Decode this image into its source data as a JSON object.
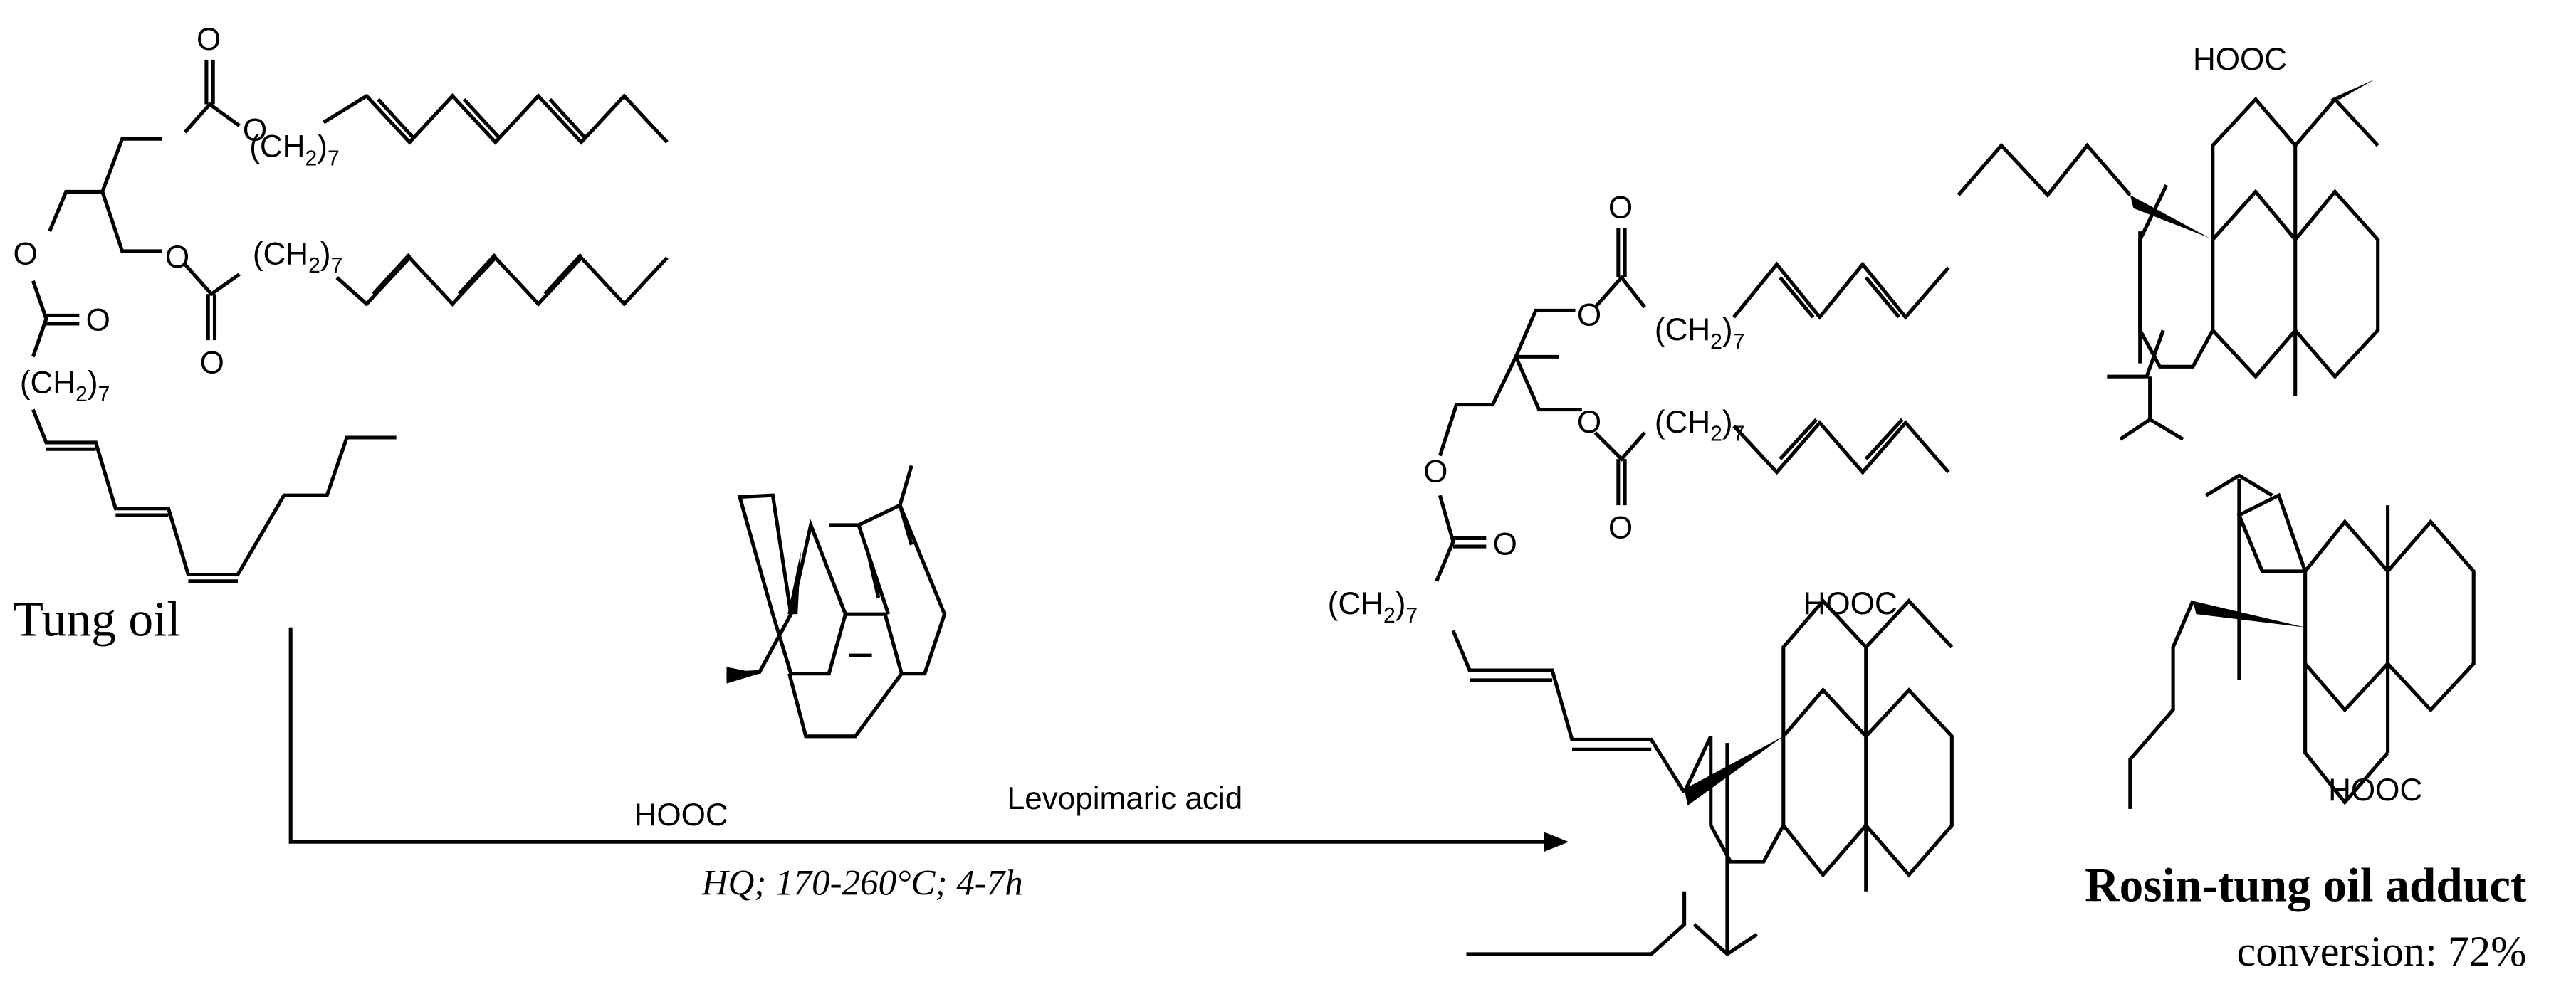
{
  "reactant": {
    "name": "Tung oil",
    "chain_label": "(CH",
    "chain_sub": "2",
    "chain_count": "7",
    "oxygen": "O"
  },
  "reagent": {
    "name": "Levopimaric acid",
    "acid_group": "HOOC"
  },
  "conditions": "HQ; 170-260°C; 4-7h",
  "product": {
    "name": "Rosin-tung oil adduct",
    "conversion": "conversion: 72%",
    "acid_group": "HOOC"
  },
  "colors": {
    "ink": "#000000",
    "background": "#ffffff"
  }
}
